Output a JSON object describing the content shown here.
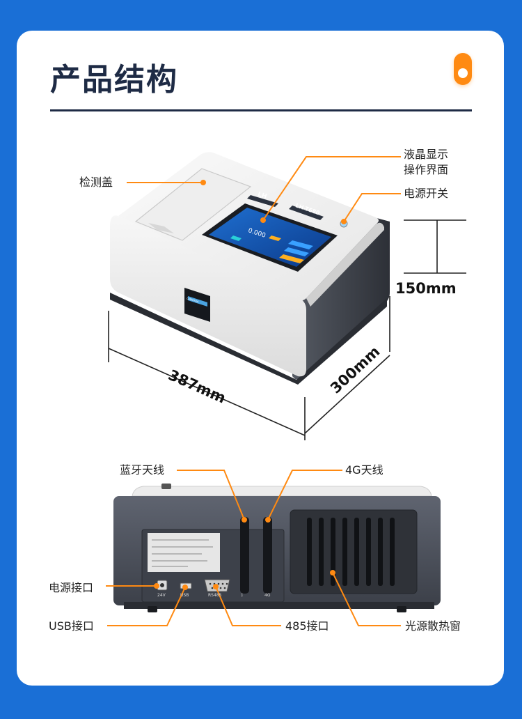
{
  "title": "产品结构",
  "labels": {
    "cover": "检测盖",
    "display_line1": "液晶显示",
    "display_line2": "操作界面",
    "power_switch": "电源开关",
    "height_dim": "150mm",
    "width_dim": "387mm",
    "depth_dim": "300mm",
    "bt_antenna": "蓝牙天线",
    "antenna_4g": "4G天线",
    "power_port": "电源接口",
    "usb_port": "USB接口",
    "port_485": "485接口",
    "light_vent": "光源散热窗"
  },
  "device": {
    "brand": "LH",
    "model": "LH-T680",
    "screen_value": "0.000",
    "front_logo": "LIANHUA",
    "port_24v": "24V",
    "port_usb": "USB",
    "port_rs485": "RS485",
    "port_bt": "ᛒ",
    "port_4g": "4G"
  },
  "colors": {
    "background": "#1a6fd6",
    "accent": "#ff8a12",
    "title": "#1e2b45"
  }
}
